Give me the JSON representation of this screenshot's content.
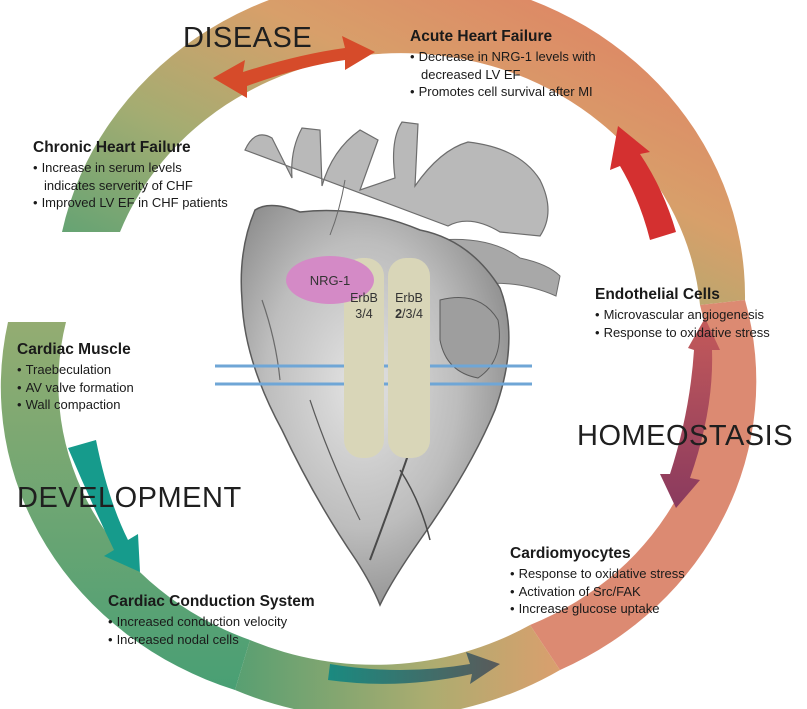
{
  "stages": {
    "disease": "DISEASE",
    "homeostasis": "HOMEOSTASIS",
    "development": "DEVELOPMENT"
  },
  "acute_heart_failure": {
    "title": "Acute Heart Failure",
    "items": [
      "Decrease in NRG-1 levels with",
      "decreased LV EF",
      "Promotes cell survival after MI"
    ]
  },
  "chronic_heart_failure": {
    "title": "Chronic Heart Failure",
    "items": [
      "Increase in serum levels",
      "indicates serverity of CHF",
      "Improved LV EF in CHF patients"
    ]
  },
  "endothelial_cells": {
    "title": "Endothelial Cells",
    "items": [
      "Microvascular angiogenesis",
      "Response to oxidative stress"
    ]
  },
  "cardiac_muscle": {
    "title": "Cardiac Muscle",
    "items": [
      "Traebeculation",
      "AV valve formation",
      "Wall compaction"
    ]
  },
  "cardiomyocytes": {
    "title": "Cardiomyocytes",
    "items": [
      "Response to oxidative stress",
      "Activation of Src/FAK",
      "Increase glucose uptake"
    ]
  },
  "cardiac_conduction_system": {
    "title": "Cardiac Conduction System",
    "items": [
      "Increased conduction velocity",
      "Increased nodal cells"
    ]
  },
  "receptors": {
    "ligand": "NRG-1",
    "erbb_left_line1": "ErbB",
    "erbb_left_line2": "3/4",
    "erbb_right_line1": "ErbB",
    "erbb_right_line2_bold": "2",
    "erbb_right_line2_rest": "/3/4"
  },
  "colors": {
    "ring_green": "#4a9a6a",
    "ring_olive": "#a8a060",
    "ring_orange": "#e08050",
    "arrow_red": "#d83a2a",
    "arrow_teal": "#1e9a88",
    "arrow_plum": "#9a4a60",
    "nrg1_pink": "#d48ac6",
    "receptor_beige": "#d9d6b8",
    "membrane_blue": "#6fa6d6"
  }
}
